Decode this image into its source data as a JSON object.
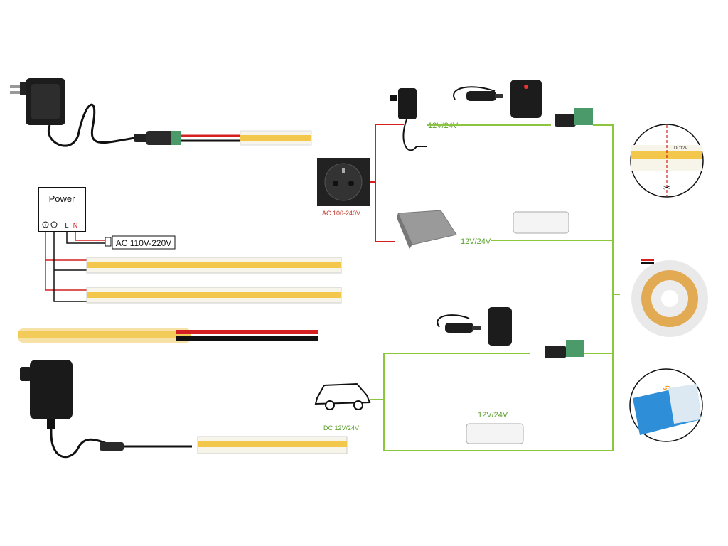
{
  "labels": {
    "power": "Power",
    "terminals": [
      "+",
      "-",
      "L",
      "N"
    ],
    "ac_input": "AC 110V-220V",
    "socket": "AC 100-240V",
    "v_adapter": "12V/24V",
    "v_psu": "12V/24V",
    "v_car_controller": "12V/24V",
    "dc_car": "DC 12V/24V",
    "cut_mark": "DC12V",
    "strip_mark": "12V"
  },
  "colors": {
    "green_wire": "#8cc63f",
    "red_wire": "#d42020",
    "strip_yellow": "#f2c74b",
    "strip_white": "#f7f4ea",
    "label_red": "#c0392b",
    "label_green": "#5aa02c"
  },
  "icons": [
    "wall-adapter-icon",
    "dc-connector-icon",
    "socket-icon",
    "power-supply-icon",
    "controller-icon",
    "remote-icon",
    "car-icon",
    "led-reel-icon",
    "scissors-icon",
    "adhesive-tape-icon"
  ]
}
